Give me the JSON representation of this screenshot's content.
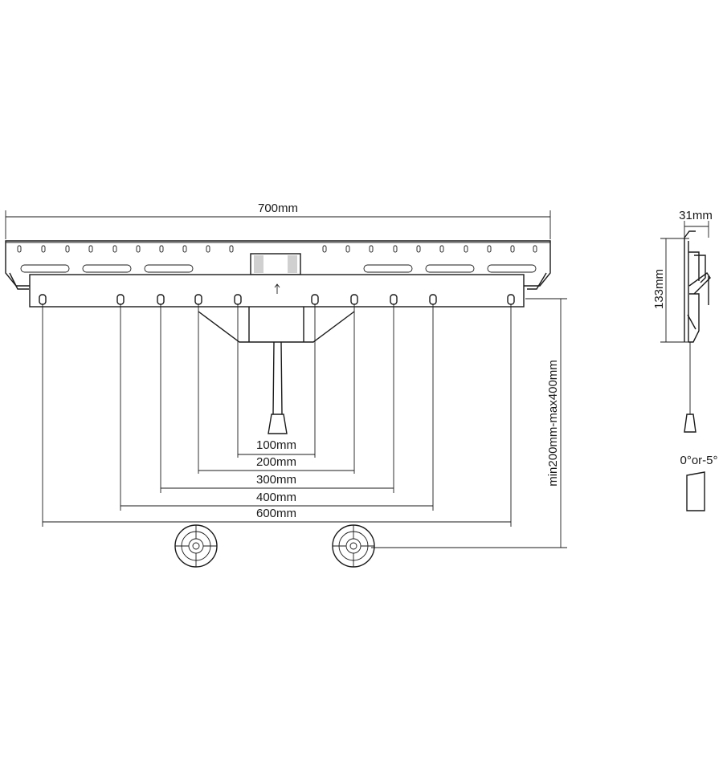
{
  "labels": {
    "width_700": "700mm",
    "vesa_100": "100mm",
    "vesa_200": "200mm",
    "vesa_300": "300mm",
    "vesa_400": "400mm",
    "vesa_600": "600mm",
    "vertical_range": "min200mm-max400mm",
    "depth_31": "31mm",
    "height_133": "133mm",
    "tilt": "0°or-5°"
  },
  "colors": {
    "line": "#1a1a1a",
    "background": "#ffffff",
    "shade": "#d0d0d0"
  }
}
